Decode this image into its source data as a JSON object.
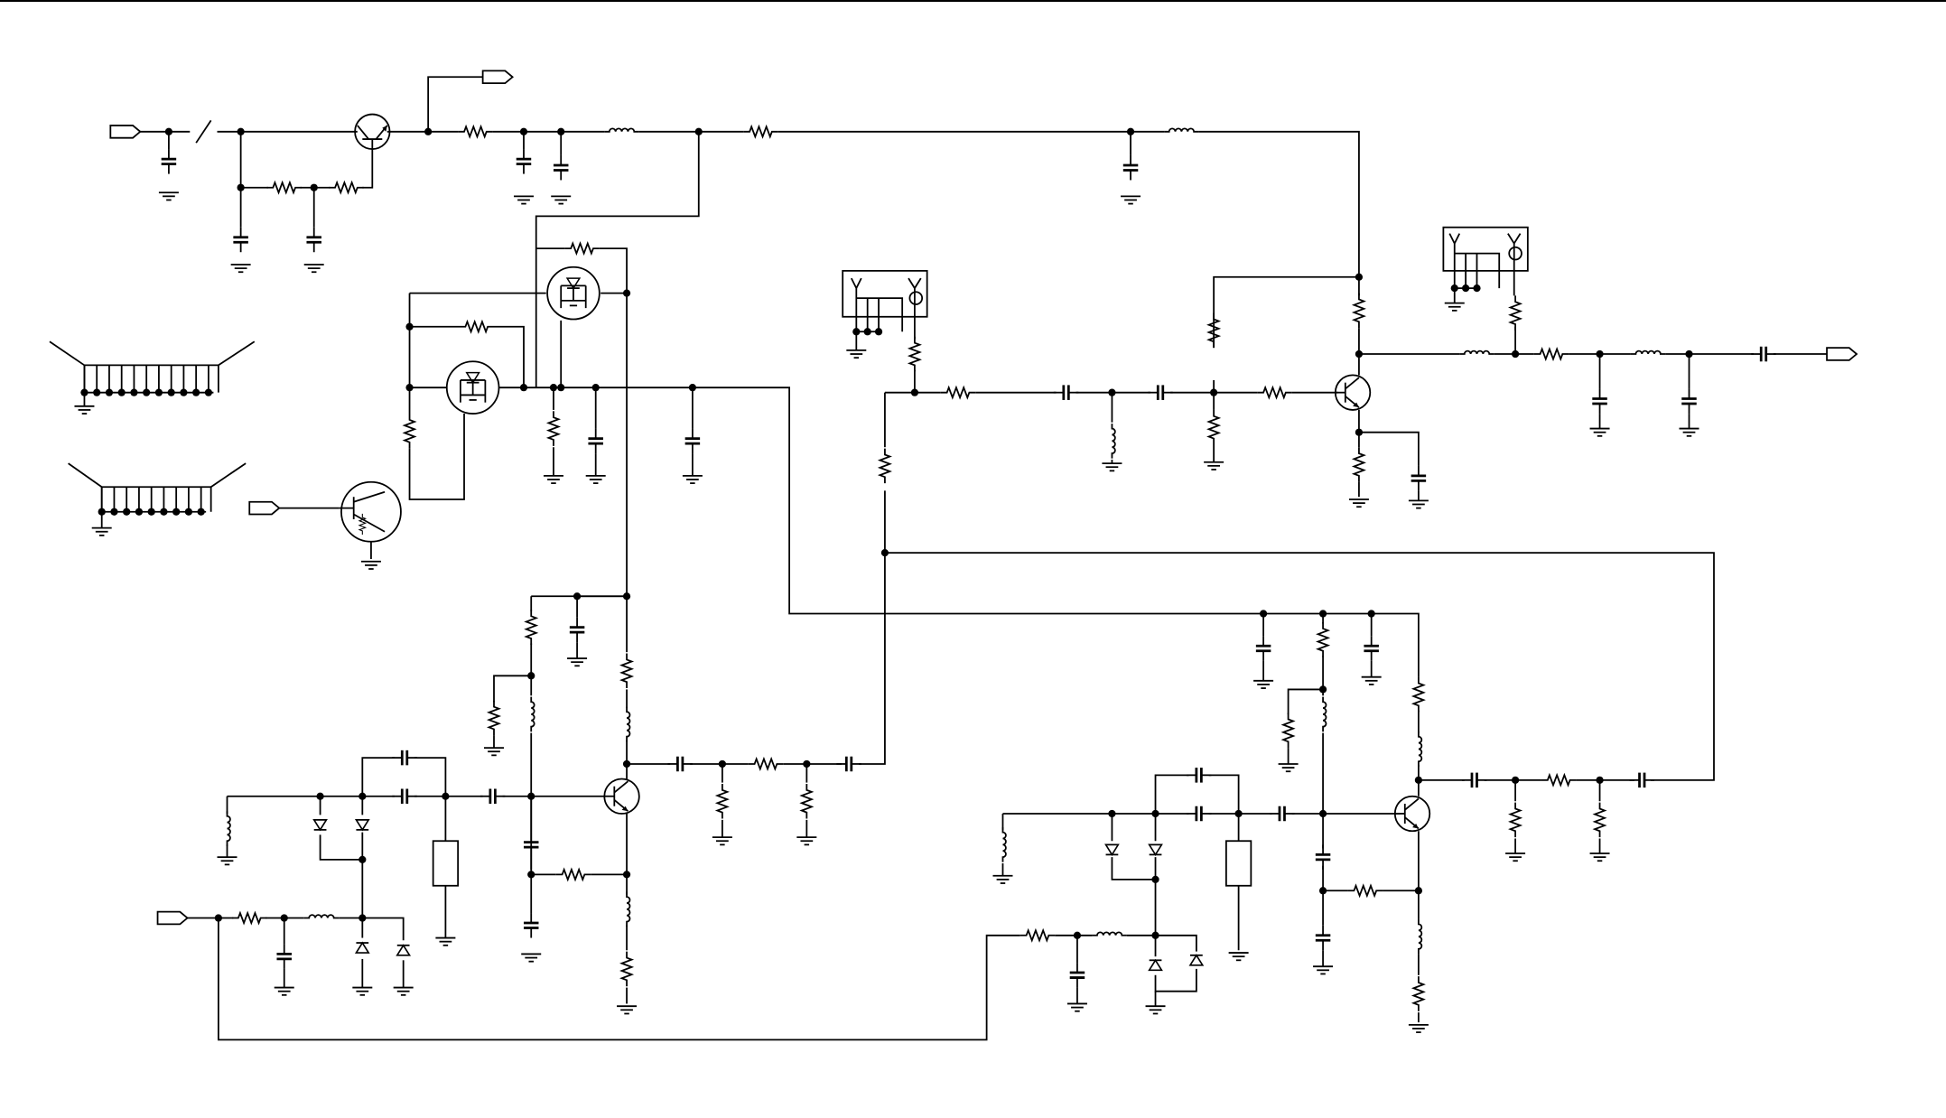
{
  "diagram": {
    "type": "circuit-schematic",
    "colors": {
      "wire": "#000000",
      "background": "#ffffff"
    },
    "ports": [
      {
        "name": "input-port-top-left"
      },
      {
        "name": "output-port-top"
      },
      {
        "name": "input-port-mid-left"
      },
      {
        "name": "input-port-bottom-left"
      },
      {
        "name": "output-port-right"
      }
    ],
    "component_kinds": [
      "resistor",
      "inductor",
      "capacitor",
      "electrolytic-capacitor",
      "npn-transistor",
      "mosfet",
      "diode",
      "ground",
      "crystal",
      "connector-block",
      "terminal-strip"
    ]
  }
}
